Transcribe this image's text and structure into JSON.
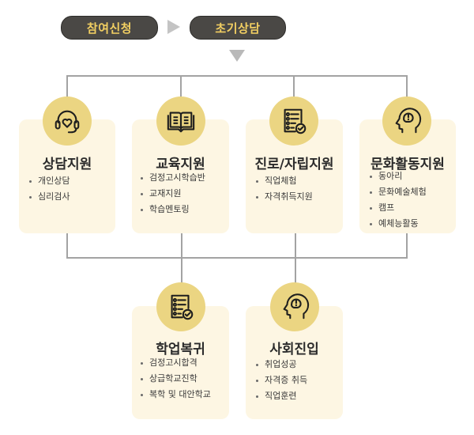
{
  "flow": {
    "steps": [
      {
        "label": "참여신청"
      },
      {
        "label": "초기상담"
      }
    ],
    "arrow_right_icon": "triangle-right-icon",
    "arrow_down_icon": "triangle-down-icon"
  },
  "colors": {
    "pill_bg": "#4a4845",
    "pill_text": "#f2cf62",
    "circle": "#ebd582",
    "card_bg": "#fdf6e3",
    "connector": "#a3a3a3",
    "arrow": "#c4c4c4"
  },
  "support_cards": [
    {
      "title": "상담지원",
      "icon": "headset-heart-icon",
      "items": [
        "개인상담",
        "심리검사"
      ]
    },
    {
      "title": "교육지원",
      "icon": "open-book-icon",
      "items": [
        "검정고시학습반",
        "교재지원",
        "학습멘토링"
      ]
    },
    {
      "title": "진로/자립지원",
      "icon": "checklist-icon",
      "items": [
        "직업체험",
        "자격취득지원"
      ]
    },
    {
      "title": "문화활동지원",
      "icon": "head-mind-icon",
      "items": [
        "동아리",
        "문화예술체험",
        "캠프",
        "예체능활동"
      ]
    }
  ],
  "outcome_cards": [
    {
      "title": "학업복귀",
      "icon": "checklist-icon",
      "items": [
        "검정고시합격",
        "상급학교진학",
        "복학 및 대안학교"
      ]
    },
    {
      "title": "사회진입",
      "icon": "head-mind-icon",
      "items": [
        "취업성공",
        "자격증 취득",
        "직업훈련"
      ]
    }
  ]
}
